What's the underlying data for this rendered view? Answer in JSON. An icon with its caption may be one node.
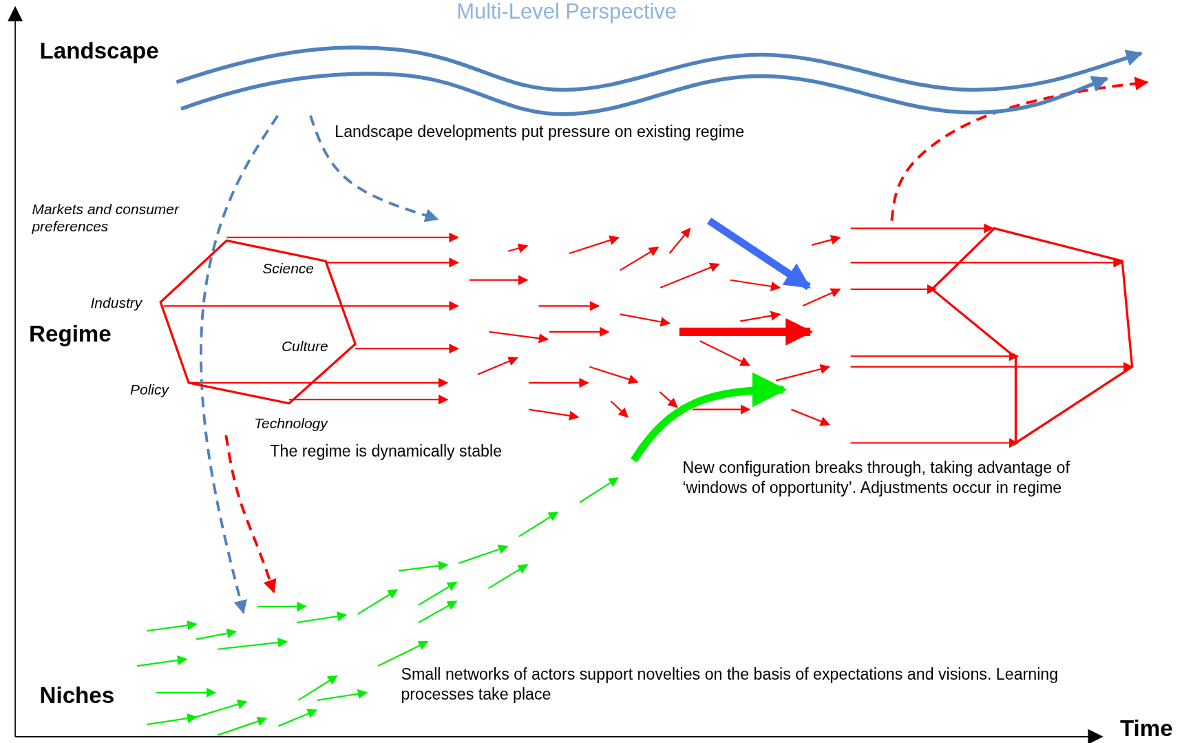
{
  "diagram": {
    "title": "Multi-Level Perspective",
    "nodes": [
      {
        "text": [],
        "shape": "band"
      },
      {
        "text": [
          "Markets and consumer preferences",
          "Science",
          "Industry",
          "Culture",
          "Policy",
          "Technology"
        ]
      },
      {
        "text": [],
        "shape": "hexagon"
      }
    ],
    "edges": [
      {
        "from": 0,
        "to": null,
        "arrow": "to",
        "style": "dashed",
        "color": "#4f81bd"
      },
      {
        "from": 0,
        "to": null,
        "arrow": "to",
        "style": "dashed",
        "color": "#4f81bd"
      },
      {
        "from": 1,
        "to": null,
        "arrow": "to",
        "style": "dashed",
        "color": "#ff0000"
      },
      {
        "from": 2,
        "to": 0,
        "arrow": "to",
        "style": "dashed",
        "color": "#ff0000"
      }
    ],
    "labels": [
      "Landscape",
      "Landscape developments put pressure on existing regime",
      "Regime",
      "The regime is dynamically stable",
      "New configuration breaks through, taking advantage of ‘windows of opportunity’. Adjustments occur in regime",
      "Small networks of actors support novelties on the basis of expectations and visions. Learning processes take place",
      "Niches",
      "Time"
    ]
  }
}
